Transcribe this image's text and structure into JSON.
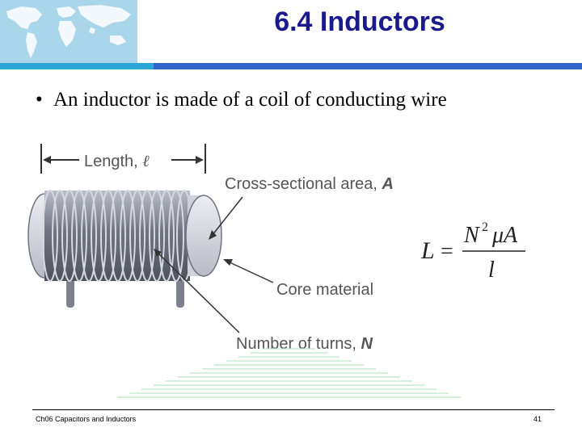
{
  "slide": {
    "title": "6.4 Inductors",
    "bullet": "An inductor is made of a coil of conducting wire",
    "bullet_marker": "•"
  },
  "figure": {
    "length_label": "Length,",
    "length_symbol": "ℓ",
    "area_label": "Cross-sectional area,",
    "area_symbol": "A",
    "core_label": "Core material",
    "turns_label": "Number of turns,",
    "turns_symbol": "N"
  },
  "formula": {
    "lhs": "L",
    "equals": "=",
    "numerator_base": "N",
    "numerator_exp": "2",
    "numerator_rest": "μA",
    "denominator": "l"
  },
  "footer": {
    "left": "Ch06 Capacitors and Inductors",
    "page": "41"
  },
  "colors": {
    "title": "#1a1a8c",
    "banner": "#a9d6ea",
    "rule": "#3366cc",
    "coil": "#8a8f9c",
    "core": "#d4d6de"
  }
}
